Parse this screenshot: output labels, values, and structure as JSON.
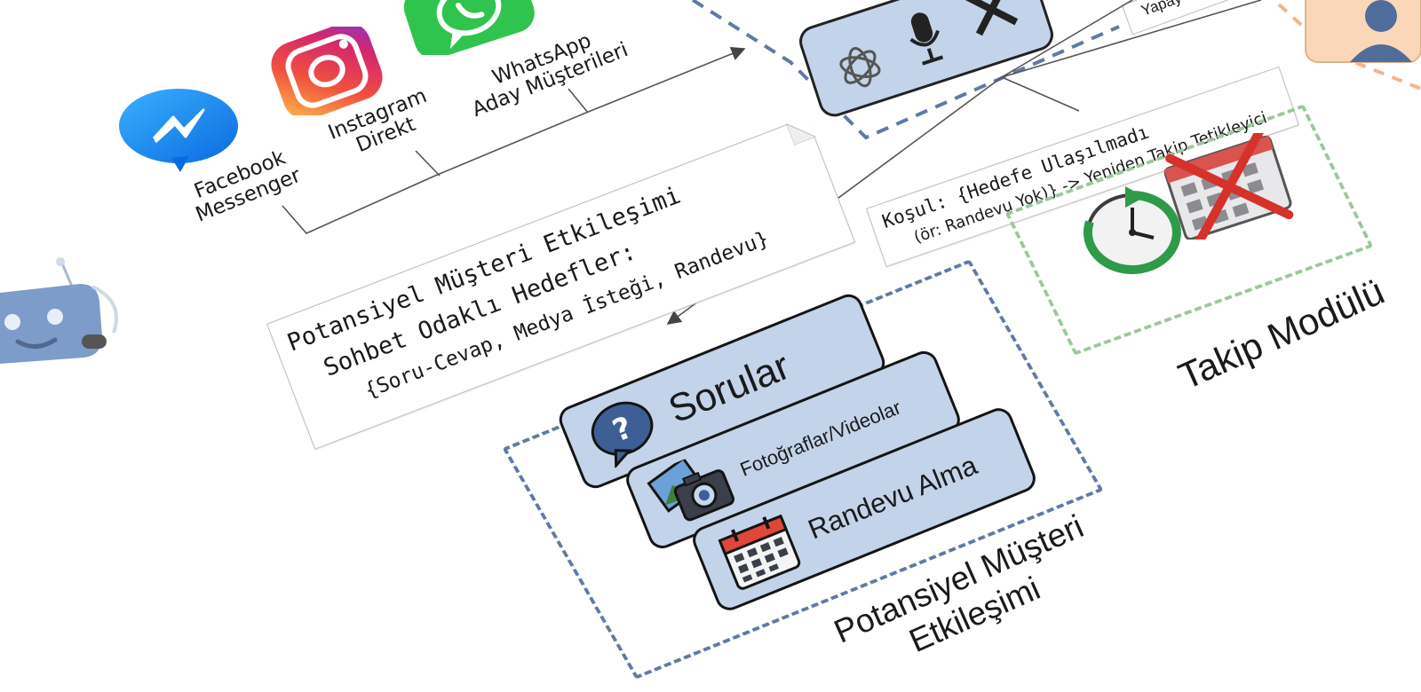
{
  "channels": [
    {
      "name": "facebook-messenger",
      "label_lines": [
        "Facebook",
        "Messenger"
      ],
      "icon": "messenger-icon",
      "color": "#1e8ff7"
    },
    {
      "name": "instagram-direct",
      "label_lines": [
        "Instagram",
        "Direkt"
      ],
      "icon": "instagram-icon",
      "color": "#d6306f"
    },
    {
      "name": "whatsapp-leads",
      "label_lines": [
        "WhatsApp",
        "Aday Müşterileri"
      ],
      "icon": "whatsapp-icon",
      "color": "#2fc44d"
    }
  ],
  "goals_note": {
    "lines": [
      "Potansiyel Müşteri Etkileşimi",
      "Sohbet Odaklı Hedefler:",
      "{Soru-Cevap, Medya İsteği, Randevu}"
    ]
  },
  "engagement_module": {
    "items": [
      {
        "label": "Sorular",
        "icon": "question-bubble-icon"
      },
      {
        "label": "Fotoğraflar/Videolar",
        "icon": "camera-photo-icon"
      },
      {
        "label": "Randevu Alma",
        "icon": "calendar-icon"
      }
    ],
    "caption_lines": [
      "Potansiyel Müşteri",
      "Etkileşimi"
    ]
  },
  "condition_note": {
    "lines": [
      "Koşul: {Hedefe Ulaşılmadı",
      "(ör: Randevu Yok)} -> Yeniden Takip Tetikleyici"
    ]
  },
  "followup_module": {
    "caption": "Takip Modülü",
    "icons": [
      "clock-refresh-icon",
      "calendar-cancel-icon"
    ]
  },
  "top_partial_label": "Yapay",
  "ai_toolbar_icons": [
    "openai-icon",
    "microphone-icon",
    "tools-icon"
  ],
  "colors": {
    "dashed_blue": "#5f7aa6",
    "dashed_green": "#9cc89a",
    "item_fill": "#c3d3ea",
    "bot_blue": "#7d9cc9"
  }
}
